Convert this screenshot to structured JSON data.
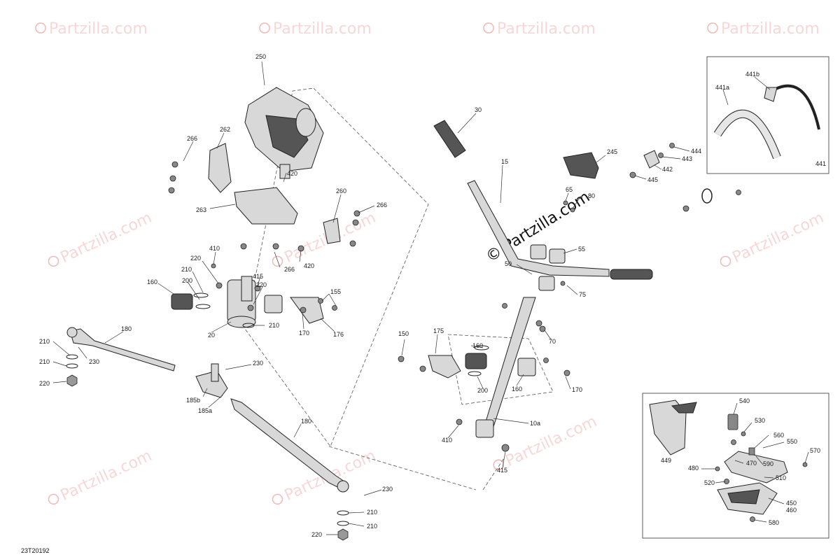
{
  "watermarks": {
    "site": "Partzilla.com",
    "main": "© Partzilla.com"
  },
  "reference_code": "23T20192",
  "callouts": [
    {
      "id": "250",
      "text": "250"
    },
    {
      "id": "262",
      "text": "262"
    },
    {
      "id": "266a",
      "text": "266"
    },
    {
      "id": "420a",
      "text": "420"
    },
    {
      "id": "260",
      "text": "260"
    },
    {
      "id": "266b",
      "text": "266"
    },
    {
      "id": "263",
      "text": "263"
    },
    {
      "id": "410a",
      "text": "410"
    },
    {
      "id": "266c",
      "text": "266"
    },
    {
      "id": "420b",
      "text": "420"
    },
    {
      "id": "220a",
      "text": "220"
    },
    {
      "id": "210a",
      "text": "210"
    },
    {
      "id": "415a",
      "text": "415"
    },
    {
      "id": "220b",
      "text": "220"
    },
    {
      "id": "155",
      "text": "155"
    },
    {
      "id": "160a",
      "text": "160"
    },
    {
      "id": "200a",
      "text": "200"
    },
    {
      "id": "210b",
      "text": "210"
    },
    {
      "id": "20",
      "text": "20"
    },
    {
      "id": "170a",
      "text": "170"
    },
    {
      "id": "176",
      "text": "176"
    },
    {
      "id": "180a",
      "text": "180"
    },
    {
      "id": "210c",
      "text": "210"
    },
    {
      "id": "230a",
      "text": "230"
    },
    {
      "id": "210d",
      "text": "210"
    },
    {
      "id": "220c",
      "text": "220"
    },
    {
      "id": "230b",
      "text": "230"
    },
    {
      "id": "185b",
      "text": "185b"
    },
    {
      "id": "185a",
      "text": "185a"
    },
    {
      "id": "180b",
      "text": "180"
    },
    {
      "id": "230c",
      "text": "230"
    },
    {
      "id": "210e",
      "text": "210"
    },
    {
      "id": "210f",
      "text": "210"
    },
    {
      "id": "220d",
      "text": "220"
    },
    {
      "id": "30",
      "text": "30"
    },
    {
      "id": "15",
      "text": "15"
    },
    {
      "id": "245",
      "text": "245"
    },
    {
      "id": "65",
      "text": "65"
    },
    {
      "id": "80",
      "text": "80"
    },
    {
      "id": "55",
      "text": "55"
    },
    {
      "id": "50",
      "text": "50"
    },
    {
      "id": "75",
      "text": "75"
    },
    {
      "id": "70",
      "text": "70"
    },
    {
      "id": "175",
      "text": "175"
    },
    {
      "id": "150",
      "text": "150"
    },
    {
      "id": "160b",
      "text": "160"
    },
    {
      "id": "200b",
      "text": "200"
    },
    {
      "id": "160c",
      "text": "160"
    },
    {
      "id": "170b",
      "text": "170"
    },
    {
      "id": "10a",
      "text": "10a"
    },
    {
      "id": "410b",
      "text": "410"
    },
    {
      "id": "415b",
      "text": "415"
    },
    {
      "id": "441a",
      "text": "441a"
    },
    {
      "id": "441b",
      "text": "441b"
    },
    {
      "id": "444",
      "text": "444"
    },
    {
      "id": "443",
      "text": "443"
    },
    {
      "id": "442",
      "text": "442"
    },
    {
      "id": "445",
      "text": "445"
    },
    {
      "id": "441",
      "text": "441"
    },
    {
      "id": "540",
      "text": "540"
    },
    {
      "id": "530",
      "text": "530"
    },
    {
      "id": "560",
      "text": "560"
    },
    {
      "id": "550",
      "text": "550"
    },
    {
      "id": "570",
      "text": "570"
    },
    {
      "id": "449",
      "text": "449"
    },
    {
      "id": "470",
      "text": "470"
    },
    {
      "id": "590",
      "text": "590"
    },
    {
      "id": "480",
      "text": "480"
    },
    {
      "id": "510",
      "text": "510"
    },
    {
      "id": "520",
      "text": "520"
    },
    {
      "id": "450",
      "text": "450"
    },
    {
      "id": "460",
      "text": "460"
    },
    {
      "id": "580",
      "text": "580"
    }
  ]
}
